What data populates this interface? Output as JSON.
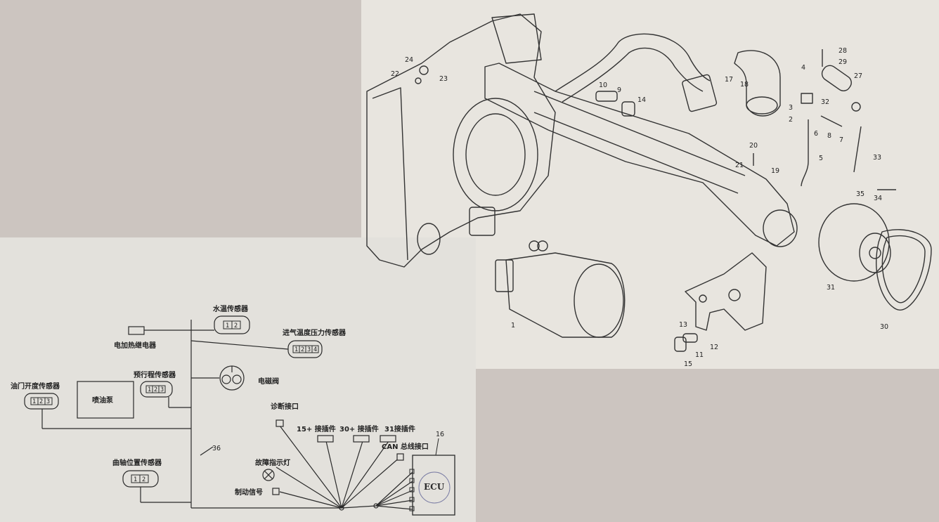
{
  "exploded_view": {
    "part_numbers": [
      "1",
      "2",
      "3",
      "4",
      "5",
      "6",
      "7",
      "8",
      "9",
      "10",
      "11",
      "12",
      "13",
      "14",
      "15",
      "17",
      "18",
      "19",
      "20",
      "21",
      "22",
      "23",
      "24",
      "27",
      "28",
      "29",
      "30",
      "31",
      "32",
      "33",
      "34",
      "35"
    ]
  },
  "wiring": {
    "wire_number": "36",
    "ecu_number": "16",
    "ecu_label": "ECU",
    "components": {
      "water_temp_sensor": "水温传感器",
      "heater_relay": "电加热继电器",
      "intake_sensor": "进气温度压力传感器",
      "solenoid_valve": "电磁阀",
      "throttle_sensor": "油门开度传感器",
      "injection_pump": "喷油泵",
      "prestroke_sensor": "预行程传感器",
      "diag_port": "诊断接口",
      "conn_15": "15+ 接插件",
      "conn_30": "30+ 接插件",
      "conn_31": "31接插件",
      "can_port": "CAN 总线接口",
      "crank_sensor": "曲轴位置传感器",
      "fault_lamp": "故障指示灯",
      "brake_signal": "制动信号"
    },
    "pins_2": [
      "1",
      "2"
    ],
    "pins_3": [
      "1",
      "2",
      "3"
    ],
    "pins_4": [
      "1",
      "2",
      "3",
      "4"
    ]
  },
  "colors": {
    "background": "#ccc5c0",
    "exploded_paper": "#e8e5df",
    "wiring_paper": "#e3e1dc",
    "ink": "#2a2a2a"
  }
}
